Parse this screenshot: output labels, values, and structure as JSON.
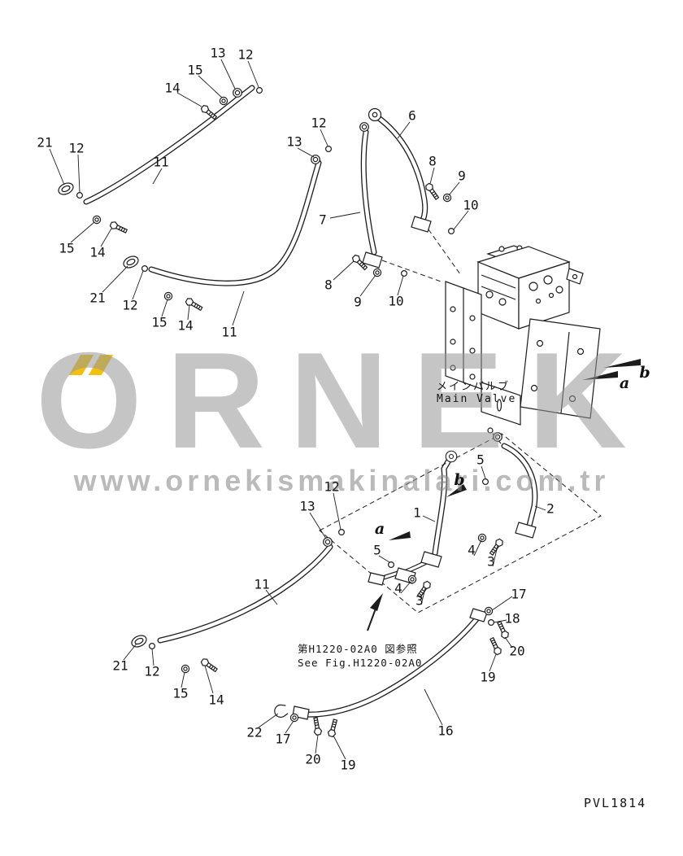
{
  "watermark": {
    "brand": "ORNEK",
    "url": "www.ornekismakinalari.com.tr",
    "accent_color": "#f2c013",
    "gray_color": "#969696"
  },
  "valve_label": {
    "jp": "メインバルブ",
    "en": "Main Valve"
  },
  "reference_note": {
    "jp": "第H1220-02A0 図参照",
    "en": "See Fig.H1220-02A0"
  },
  "drawing_number": "PVL1814",
  "view_labels": {
    "top_b": "b",
    "top_a": "a",
    "mid_b": "b",
    "mid_a": "a"
  },
  "callouts": [
    "13",
    "12",
    "15",
    "14",
    "12",
    "13",
    "6",
    "21",
    "12",
    "11",
    "8",
    "9",
    "10",
    "7",
    "15",
    "14",
    "8",
    "9",
    "10",
    "21",
    "12",
    "15",
    "14",
    "11",
    "5",
    "12",
    "13",
    "1",
    "2",
    "5",
    "4",
    "3",
    "11",
    "4",
    "3",
    "17",
    "18",
    "20",
    "19",
    "21",
    "12",
    "15",
    "14",
    "16",
    "22",
    "17",
    "20",
    "19"
  ]
}
